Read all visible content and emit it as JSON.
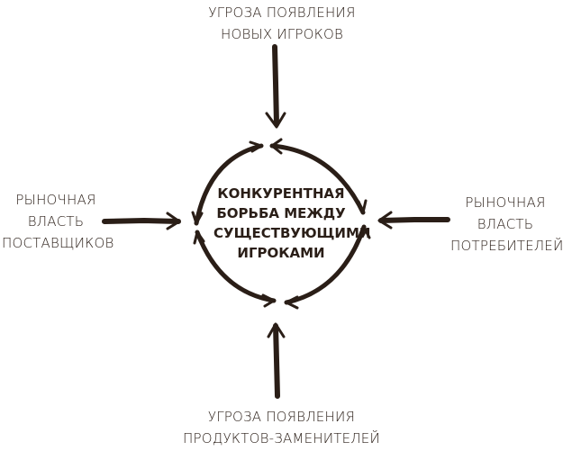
{
  "diagram": {
    "title": "",
    "center": {
      "lines": [
        "Конкурентная",
        "борьба между",
        "существующими",
        "игроками"
      ]
    },
    "forces": {
      "top": {
        "lines": [
          "Угроза появления",
          "новых игроков"
        ]
      },
      "left": {
        "lines": [
          "Рыночная",
          "власть",
          "поставщиков"
        ]
      },
      "right": {
        "lines": [
          "Рыночная",
          "власть",
          "потребителей"
        ]
      },
      "bottom": {
        "lines": [
          "Угроза появления",
          "продуктов-заменителей"
        ]
      }
    }
  },
  "colors": {
    "ink": "#2a1e17",
    "background": "#ffffff"
  }
}
